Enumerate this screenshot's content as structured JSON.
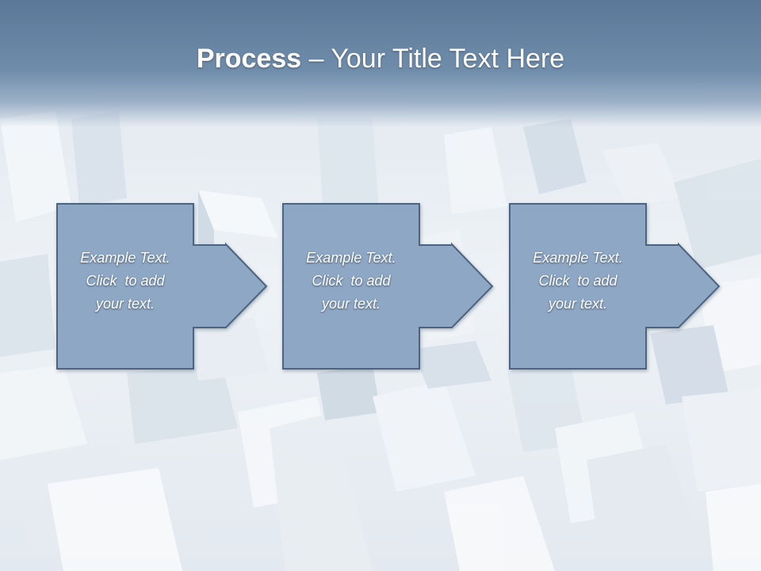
{
  "title": {
    "bold": "Process",
    "separator": " – ",
    "regular": "Your Title Text Here"
  },
  "steps": [
    {
      "line1": "Example Text.",
      "line2": "Click  to add",
      "line3": "your text."
    },
    {
      "line1": "Example Text.",
      "line2": "Click  to add",
      "line3": "your text."
    },
    {
      "line1": "Example Text.",
      "line2": "Click  to add",
      "line3": "your text."
    }
  ],
  "colors": {
    "title_band": "#6f8cab",
    "step_fill": "#8ea7c4",
    "step_border": "#4d6482",
    "text": "#ffffff"
  }
}
